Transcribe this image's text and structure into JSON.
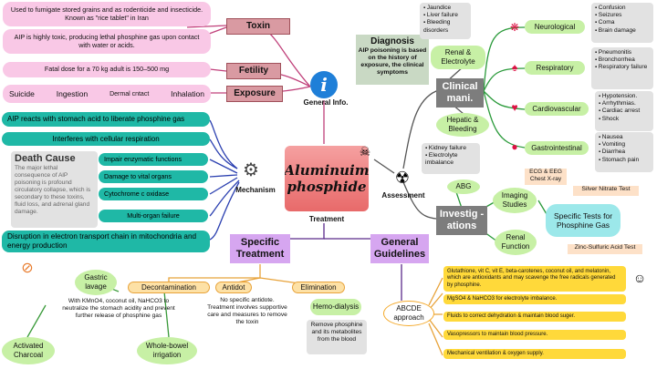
{
  "center": {
    "title": "Aluminuim phosphide"
  },
  "branches": {
    "general": "General Info.",
    "mechanism": "Mechanism",
    "assessment": "Assessment",
    "treatment": "Treatment"
  },
  "toxin": {
    "label": "Toxin",
    "items": [
      "Used to fumigate stored grains and as rodenticide and insecticide. Known as \"rice tablet\" in Iran",
      "AIP is highly toxic, producing lethal phosphine gas upon contact with water or acids."
    ]
  },
  "fetility": {
    "label": "Fetility",
    "text": "Fatal dose for a 70 kg adult is 150–500 mg"
  },
  "exposure": {
    "label": "Exposure",
    "routes": [
      "Suicide",
      "Ingestion",
      "Dermal cntact",
      "Inhalation"
    ]
  },
  "mechanism": {
    "items": [
      "AIP reacts with stomach acid to liberate phosphine gas",
      "Interferes with cellular respiration",
      "Impair enzymatic functions",
      "Damage to vital organs",
      "Cytochrome c oxidase",
      "Multi-organ failure",
      "Disruption in electron transport chain in mitochondria and energy production"
    ],
    "death_title": "Death Cause",
    "death_text": "The major lethal consequence of AlP poisoning is profound circulatory collapse, which is secondary to these toxins, fluid loss, and adrenal gland damage."
  },
  "diagnosis": {
    "title": "Diagnosis",
    "text": "AIP poisoning is based on the history of exposure, the clinical symptoms"
  },
  "clinical": {
    "label": "Clinical mani.",
    "renal": "Renal & Electrolyte",
    "renal_items": [
      "Jaundice",
      "Liver failure",
      "Bleeding disorders"
    ],
    "hepatic": "Hepatic & Bleeding",
    "hepatic_items": [
      "Kidney failure",
      "Electrolyte imbalance"
    ],
    "neuro": "Neurological",
    "neuro_items": [
      "Confusion",
      "Seizures",
      "Coma",
      "Brain damage"
    ],
    "resp": "Respiratory",
    "resp_items": [
      "Pneumonitis",
      "Bronchorrhea",
      "Respiratory failure"
    ],
    "cardio": "Cardiovascular",
    "cardio_items": [
      "Hypotension.",
      "Arrhythmias.",
      "Cardiac arrest",
      "Shock"
    ],
    "gastro": "Gastrointestinal",
    "gastro_items": [
      "Nausea",
      "Vomiting",
      "Diarrhea",
      "Stomach pain"
    ]
  },
  "investig": {
    "label": "Investig -ations",
    "abg": "ABG",
    "ecg": "ECG & EEG Chest X-ray",
    "imaging": "Imaging Studies",
    "renal": "Renal Function",
    "specific": "Specific Tests for Phosphine Gas",
    "silver": "Silver Nitrate Test",
    "zinc": "Zinc-Sulfuric Acid Test"
  },
  "specific": {
    "label": "Specific Treatment",
    "decon": "Decontamination",
    "gastric": "Gastric lavage",
    "decon_text": "With KMnO4, coconut oil, NaHCO3 to neutralize the stomach acidity and prevent further release of phosphine gas",
    "charcoal": "Activated Charcoal",
    "bowel": "Whole-bowel irrigation",
    "antidot": "Antidot",
    "antidot_text": "No specific antidote. Treatment involves supportive care and measures to remove the toxin",
    "elimination": "Elimination",
    "hemo": "Hemo-dialysis",
    "hemo_text": "Remove phosphine and its metabolites from the blood"
  },
  "guidelines": {
    "label": "General Guidelines",
    "abcde": "ABCDE approach",
    "items": [
      "Glutathione, vit C, vit E, beta-carotenes, coconut oil, and melatonin, which are antioxidants and may scavenge the free radicals generated by phosphine.",
      "MgSO4 & NaHCO3 for electrolyte imbalance.",
      "Fluids to correct dehydration & maintain blood suger.",
      "Vasopressors to maintain blood pressure.",
      "Mechanical ventilation & oxygen supply."
    ]
  },
  "colors": {
    "pink": "#f9c8e6",
    "teal": "#1fb8a6",
    "green": "#c7f0a5",
    "purple": "#d6a6f0",
    "yellow": "#ffd93a",
    "center": "#f07878"
  }
}
